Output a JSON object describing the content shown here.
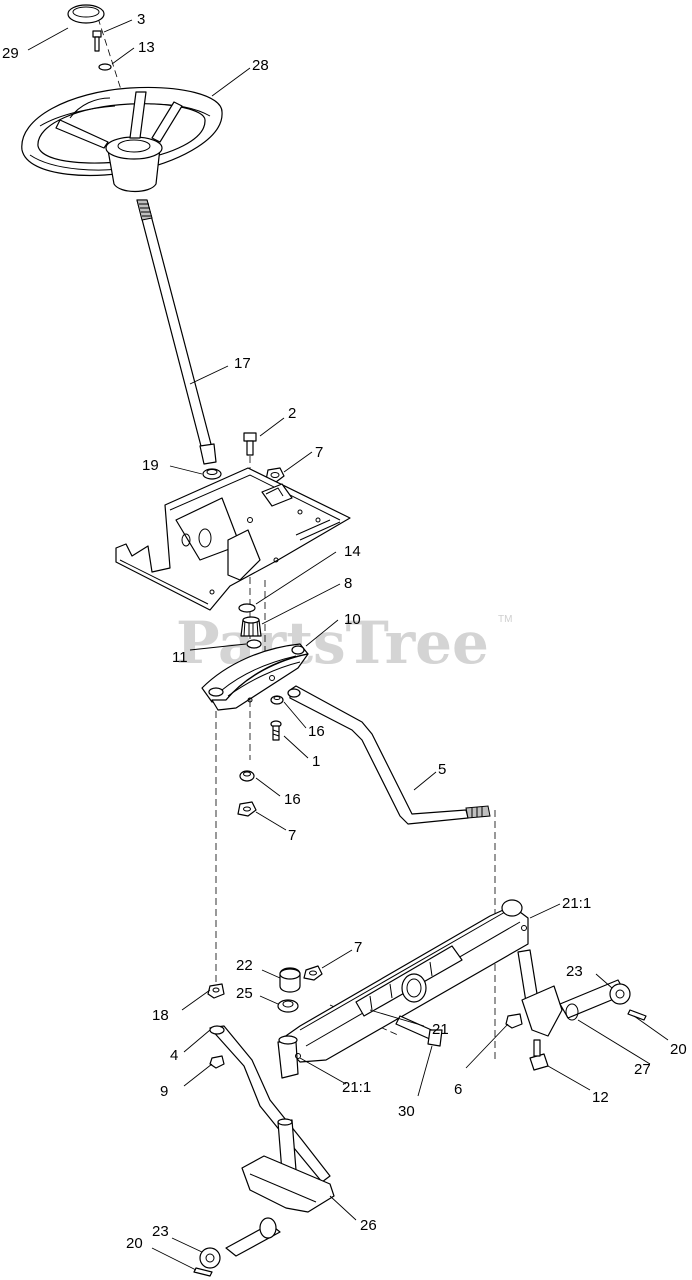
{
  "watermark": {
    "text": "PartsTree",
    "trademark": "TM"
  },
  "callouts": {
    "c29": "29",
    "c3": "3",
    "c13": "13",
    "c28": "28",
    "c17": "17",
    "c2": "2",
    "c19": "19",
    "c7a": "7",
    "c14": "14",
    "c8": "8",
    "c11": "11",
    "c10": "10",
    "c16a": "16",
    "c1": "1",
    "c16b": "16",
    "c7b": "7",
    "c5": "5",
    "c21_1a": "21:1",
    "c7c": "7",
    "c22": "22",
    "c23a": "23",
    "c25": "25",
    "c18": "18",
    "c21": "21",
    "c20a": "20",
    "c4": "4",
    "c27": "27",
    "c9": "9",
    "c21_1b": "21:1",
    "c6": "6",
    "c30": "30",
    "c12": "12",
    "c26": "26",
    "c23b": "23",
    "c20b": "20"
  }
}
